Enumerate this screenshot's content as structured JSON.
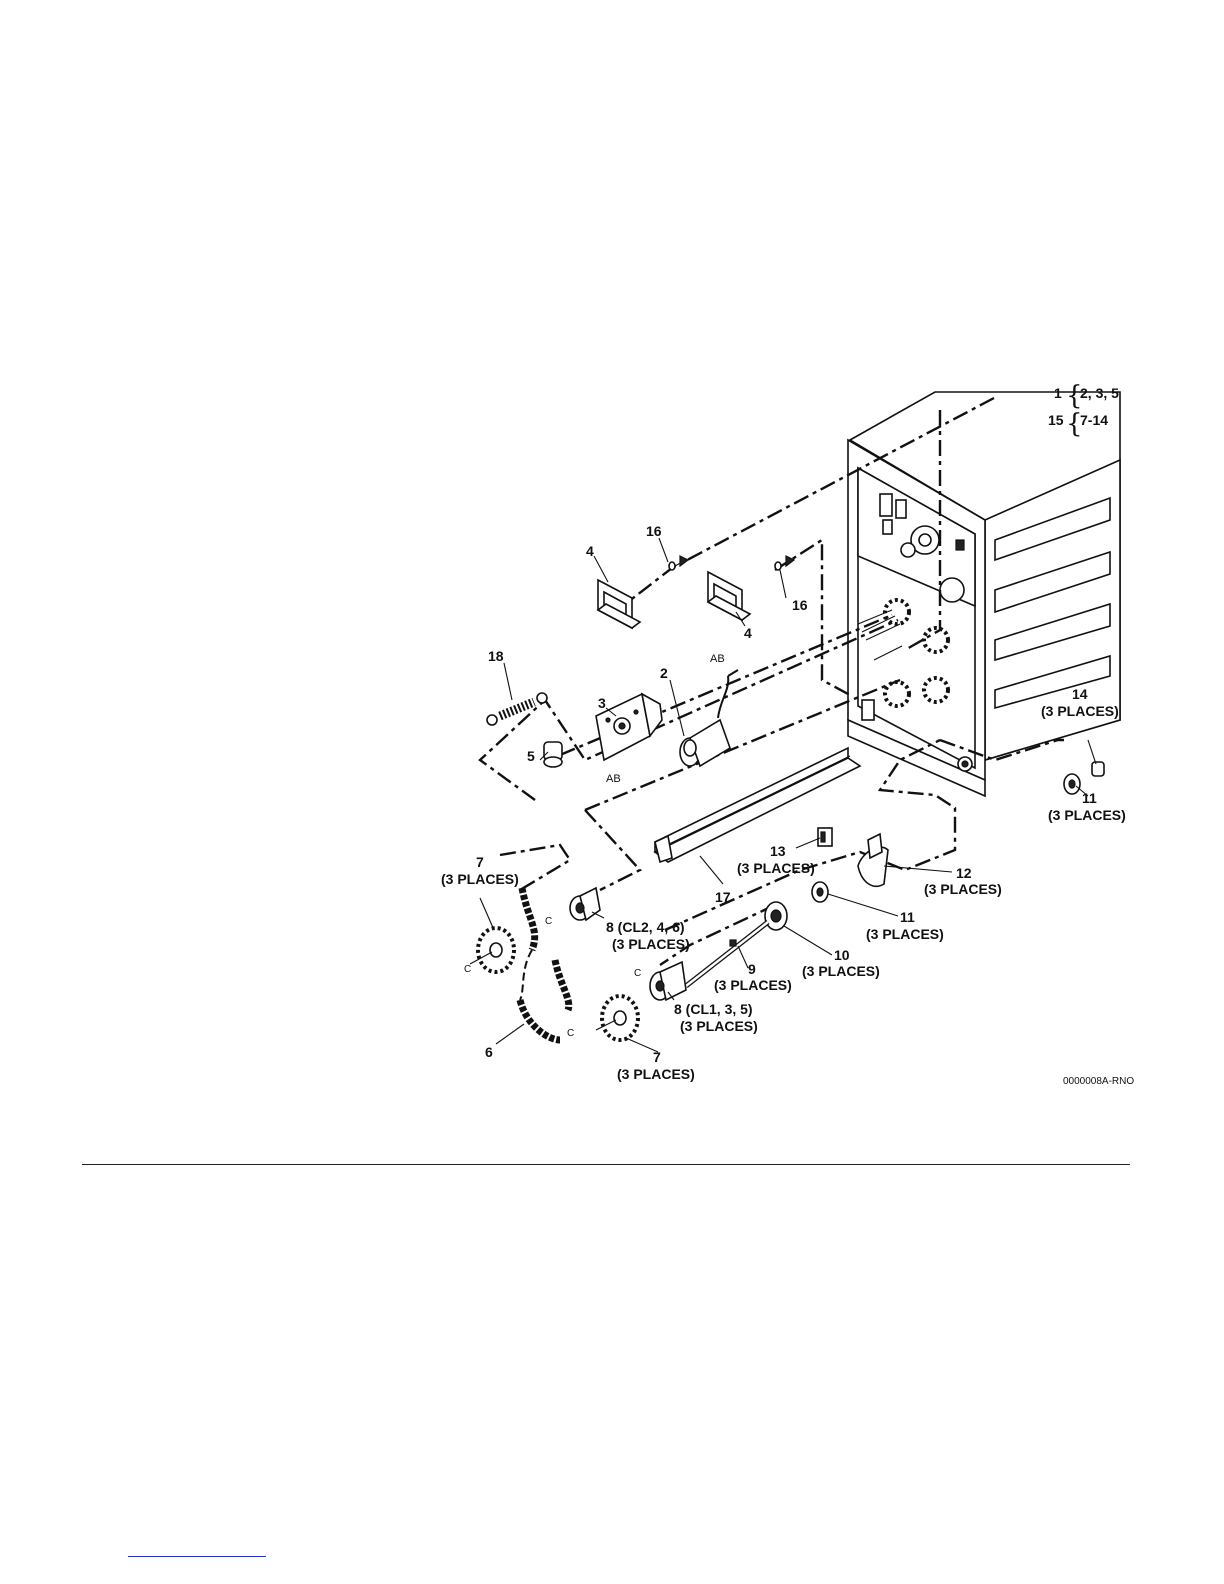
{
  "diagram": {
    "legend": [
      {
        "num": "1",
        "items": "2, 3, 5"
      },
      {
        "num": "15",
        "items": "7-14"
      }
    ],
    "callouts": {
      "c2": "2",
      "c3": "3",
      "c4a": "4",
      "c4b": "4",
      "c5": "5",
      "c6": "6",
      "c7a": "7",
      "c7a_sub": "(3 PLACES)",
      "c7b": "7",
      "c7b_sub": "(3 PLACES)",
      "c8a": "8 (CL2, 4, 6)",
      "c8a_sub": "(3 PLACES)",
      "c8b": "8 (CL1, 3, 5)",
      "c8b_sub": "(3 PLACES)",
      "c9": "9",
      "c9_sub": "(3 PLACES)",
      "c10": "10",
      "c10_sub": "(3 PLACES)",
      "c11a": "11",
      "c11a_sub": "(3 PLACES)",
      "c11b": "11",
      "c11b_sub": "(3 PLACES)",
      "c12": "12",
      "c12_sub": "(3 PLACES)",
      "c13": "13",
      "c13_sub": "(3 PLACES)",
      "c14": "14",
      "c14_sub": "(3 PLACES)",
      "c16a": "16",
      "c16b": "16",
      "c17": "17",
      "c18": "18"
    },
    "refs": {
      "ab1": "AB",
      "ab2": "AB",
      "ca": "C",
      "cb": "C",
      "cc": "C",
      "cd": "C"
    },
    "figure_id": "0000008A-RNO"
  }
}
